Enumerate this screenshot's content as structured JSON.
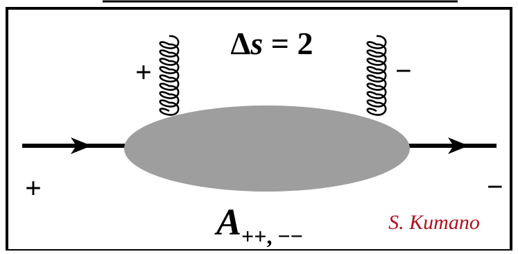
{
  "diagram": {
    "title_prefix": "Δ",
    "title_var": "s",
    "title_rest": " = 2",
    "left_gluon_helicity": "+",
    "right_gluon_helicity": "−",
    "in_quark_helicity": "+",
    "out_quark_helicity": "−",
    "amplitude_symbol": "A",
    "amplitude_subscript": "++, −−",
    "author": "S. Kumano",
    "colors": {
      "blob": "#9e9e9e",
      "author": "#b0101c",
      "line": "#000000"
    }
  }
}
